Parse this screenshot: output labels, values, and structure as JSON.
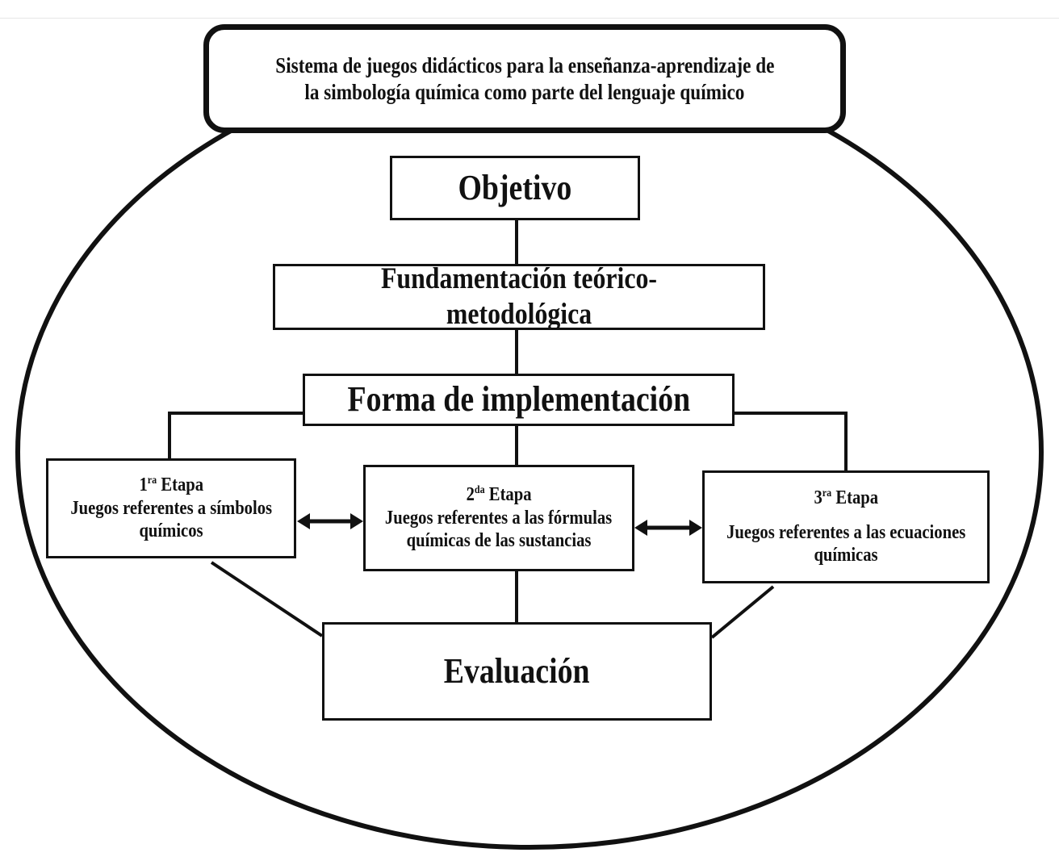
{
  "title": {
    "line1": "Sistema de juegos didácticos para la enseñanza-aprendizaje de",
    "line2": "la simbología química como parte del lenguaje químico"
  },
  "objective": "Objetivo",
  "foundation": "Fundamentación teórico-metodológica",
  "implementation": "Forma de implementación",
  "stages": [
    {
      "num": "1",
      "sup": "ra",
      "label": "Etapa",
      "line1": "Juegos referentes a símbolos",
      "line2": "químicos"
    },
    {
      "num": "2",
      "sup": "da",
      "label": "Etapa",
      "line1": "Juegos referentes a las fórmulas",
      "line2": "químicas de las sustancias"
    },
    {
      "num": "3",
      "sup": "ra",
      "label": "Etapa",
      "line1": "Juegos referentes a las ecuaciones",
      "line2": "químicas"
    }
  ],
  "evaluation": "Evaluación"
}
